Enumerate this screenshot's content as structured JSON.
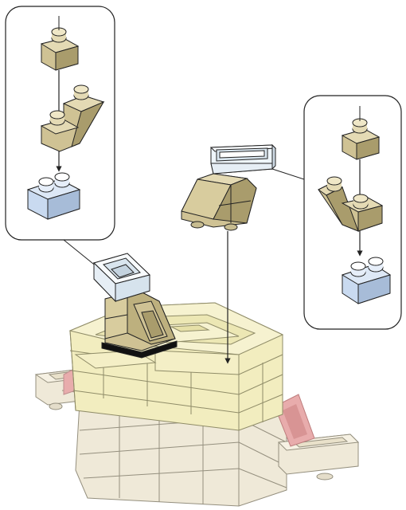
{
  "diagram": {
    "kind": "assembly-instruction-step",
    "has_text": false,
    "palette": {
      "tan_brick": "#cfc294",
      "tan_brick_dark": "#a99c6c",
      "tan_brick_light": "#e4dab4",
      "white_brick": "#eef5fa",
      "light_blue_brick": "#c9daf0",
      "pale_yellow_faded": "#f2edbc",
      "beige_faded": "#efe8d6",
      "red_faded": "#e7a8a8",
      "outline": "#2a2a2a",
      "callout_border": "#222222"
    },
    "callouts": [
      {
        "id": "callout-left",
        "parts": [
          "tan-brick-1x1",
          "tan-slope-brick",
          "light-blue-brick-1x2"
        ]
      },
      {
        "id": "callout-right",
        "parts": [
          "tan-brick-1x1",
          "tan-slope-brick",
          "light-blue-brick-1x2"
        ]
      }
    ],
    "assemblies": [
      {
        "id": "left-subassembly",
        "parts": [
          "white-open-brick",
          "tan-slope-block"
        ]
      },
      {
        "id": "right-subassembly",
        "parts": [
          "white-flat-brick",
          "tan-angled-block"
        ]
      }
    ],
    "base_model": {
      "id": "base-model",
      "description_shown": false
    }
  }
}
